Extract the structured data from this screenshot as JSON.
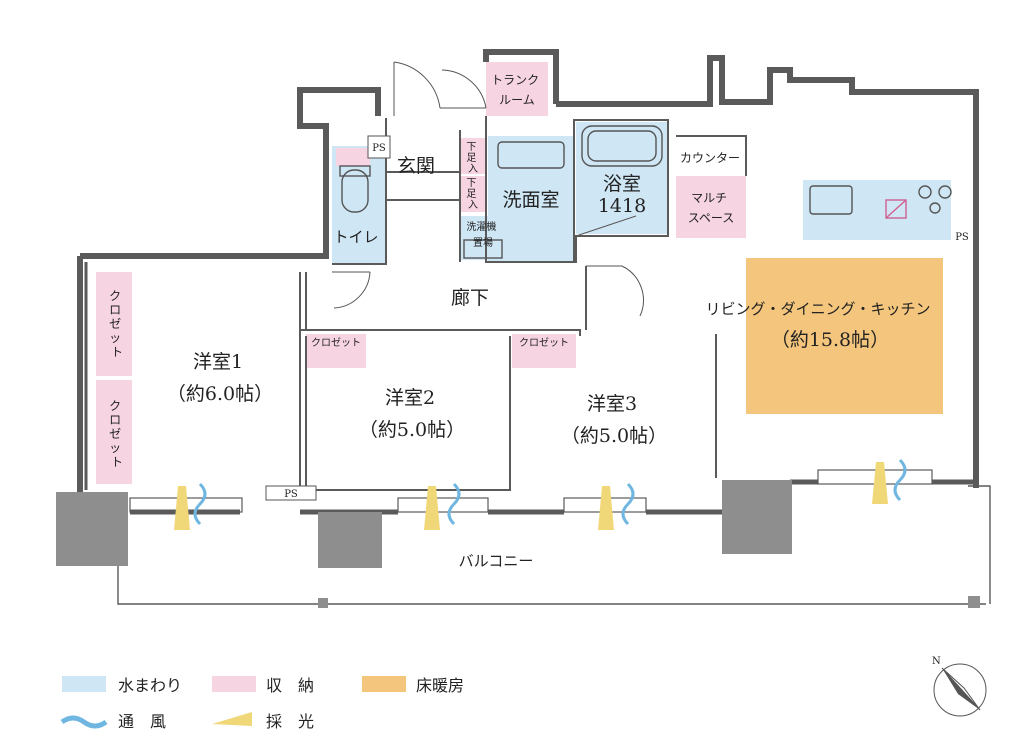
{
  "colors": {
    "water": "#cfe6f5",
    "storage": "#f6d4e2",
    "floor_heating": "#f4c57c",
    "wall": "#5a5a5a",
    "pillar": "#8e8e8e",
    "light": "#f0d878",
    "wind": "#6fb6e0"
  },
  "rooms": {
    "trunk_room": [
      "トランク",
      "ルーム"
    ],
    "genkan": "玄関",
    "geta_a": [
      "下",
      "足",
      "入"
    ],
    "geta_b": [
      "下",
      "足",
      "入"
    ],
    "wash_room": "洗面室",
    "bath": "浴室",
    "bath_size": "1418",
    "counter": "カウンター",
    "multi": [
      "マルチ",
      "スペース"
    ],
    "toilet": "トイレ",
    "washer": [
      "洗濯機",
      "置場"
    ],
    "ps_top": "PS",
    "ps_kitchen": "PS",
    "ps_bottom": "PS",
    "hallway": "廊下",
    "ldk": "リビング・ダイニング・キッチン",
    "ldk_size": "（約15.8帖）",
    "room1": "洋室1",
    "room1_size": "（約6.0帖）",
    "room2": "洋室2",
    "room2_size": "（約5.0帖）",
    "room3": "洋室3",
    "room3_size": "（約5.0帖）",
    "closet_v1": [
      "ク",
      "ロ",
      "ゼ",
      "ッ",
      "ト"
    ],
    "closet_v2": [
      "ク",
      "ロ",
      "ゼ",
      "ッ",
      "ト"
    ],
    "closet_h2": "クロゼット",
    "closet_h3": "クロゼット",
    "balcony": "バルコニー"
  },
  "legend": {
    "water": "水まわり",
    "storage": "収　納",
    "floor_heating": "床暖房",
    "wind": "通　風",
    "light": "採　光"
  },
  "compass": {
    "north": "N"
  }
}
